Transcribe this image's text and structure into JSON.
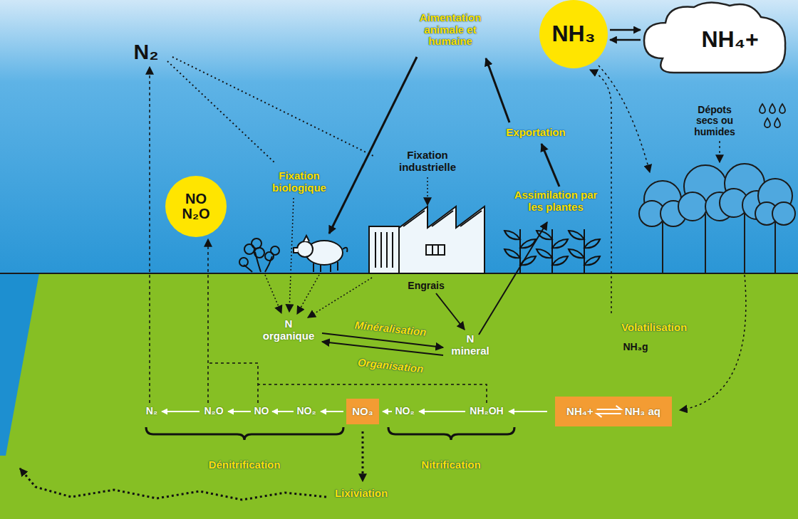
{
  "diagram": {
    "nodes": [
      {
        "text": [
          "NH₃"
        ]
      },
      {
        "text": [
          "NH₄+"
        ]
      },
      {
        "text": [
          "NO",
          "N₂O"
        ]
      },
      {
        "text": [
          "NO₃"
        ]
      },
      {
        "text": [
          "NH₄+",
          "NH₃ aq"
        ]
      }
    ],
    "edges": [
      {
        "from": 0,
        "to": 1,
        "arrow": "to"
      },
      {
        "from": 1,
        "to": 0,
        "arrow": "to"
      }
    ],
    "labels": [
      "N₂",
      "Aimentation animale et humaine",
      "Fixation biologique",
      "Fixation industrielle",
      "Exportation",
      "Assimilation par les plantes",
      "Dépots secs ou humides",
      "Engrais",
      "N organique",
      "N mineral",
      "Minéralisation",
      "Organisation",
      "Volatilisation",
      "NH₃g",
      "N₂",
      "N₂O",
      "NO",
      "NO₂",
      "NO₂",
      "NH₂OH",
      "Dénitrification",
      "Nitrification",
      "Lixiviation"
    ]
  }
}
